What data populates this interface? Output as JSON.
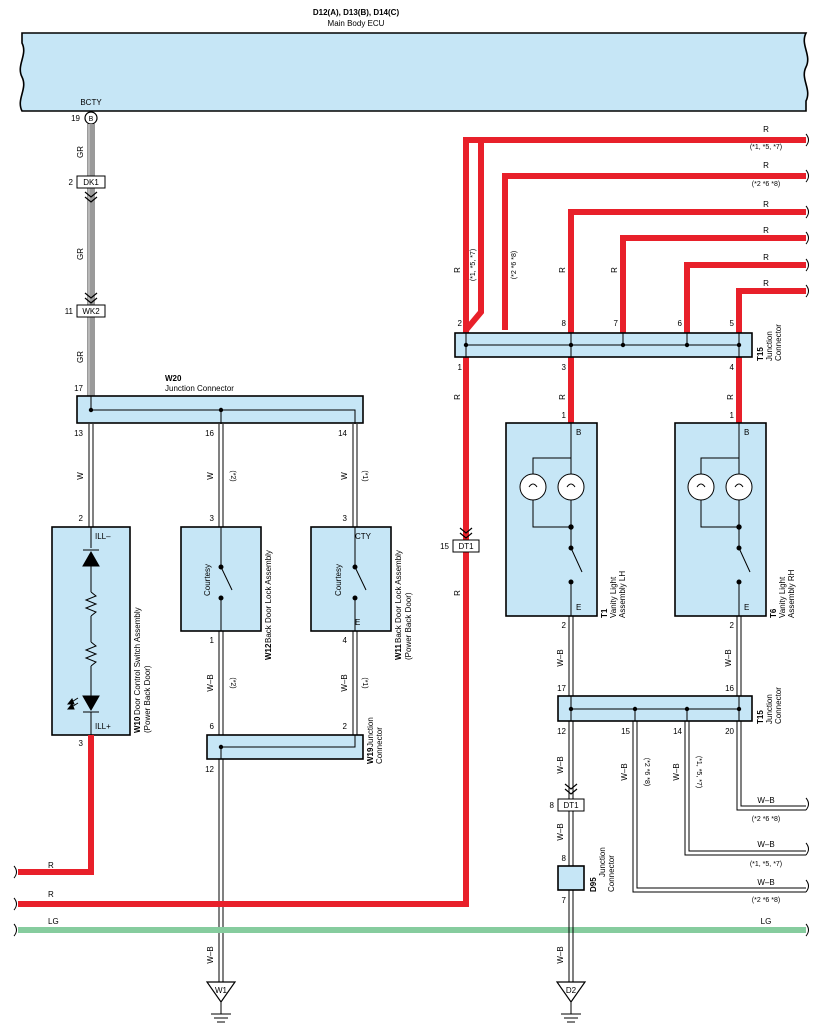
{
  "ecu": {
    "code": "D12(A), D13(B), D14(C)",
    "name": "Main Body ECU",
    "terminal_name": "BCTY",
    "pin": "19",
    "pin_letter": "B"
  },
  "colors": {
    "red": "#e8202a",
    "gray": "#9a9a9a",
    "green": "#86cc9e",
    "component_fill": "#c6e6f6"
  },
  "connectors": {
    "dk1": {
      "label": "DK1",
      "pin": "2"
    },
    "wk2": {
      "label": "WK2",
      "pin": "11"
    },
    "dt1_top": {
      "label": "DT1",
      "pin": "15"
    },
    "dt1_bottom": {
      "label": "DT1",
      "pin": "8"
    }
  },
  "w20": {
    "code": "W20",
    "name": "Junction Connector",
    "pins": {
      "in": "17",
      "a": "13",
      "b": "16",
      "c": "14"
    }
  },
  "t15_top": {
    "code": "T15",
    "name_line1": "Junction",
    "name_line2": "Connector",
    "pins": {
      "p2": "2",
      "p8": "8",
      "p7": "7",
      "p6": "6",
      "p5": "5",
      "p1": "1",
      "p3": "3",
      "p4": "4"
    }
  },
  "t15_bottom": {
    "code": "T15",
    "name_line1": "Junction",
    "name_line2": "Connector",
    "pins": {
      "p17": "17",
      "p16": "16",
      "p12": "12",
      "p15": "15",
      "p14": "14",
      "p20": "20"
    }
  },
  "w19": {
    "code": "W19",
    "name_line1": "Junction",
    "name_line2": "Connector",
    "pins": {
      "p6": "6",
      "p2": "2",
      "p12": "12"
    }
  },
  "d95": {
    "code": "D95",
    "name_line1": "Junction",
    "name_line2": "Connector",
    "pins": {
      "p8": "8",
      "p7": "7"
    }
  },
  "w10": {
    "code": "W10",
    "name_line1": "Door Control Switch Assembly",
    "name_line2": "(Power Back Door)",
    "pin_top": "2",
    "pin_bottom": "3",
    "term_top": "ILL–",
    "term_bottom": "ILL+"
  },
  "w12": {
    "code": "W12",
    "name": "Back Door Lock Assembly",
    "switch": "Courtesy",
    "pin_top": "3",
    "pin_bottom": "1"
  },
  "w11": {
    "code": "W11",
    "name_line1": "Back Door Lock Assembly",
    "name_line2": "(Power Back Door)",
    "switch": "Courtesy",
    "term_top": "CTY",
    "term_bottom": "E",
    "pin_top": "3",
    "pin_bottom": "4"
  },
  "t1": {
    "code": "T1",
    "name_line1": "Vanity Light",
    "name_line2": "Assembly LH",
    "term_top": "B",
    "term_bottom": "E",
    "pin_top": "1",
    "pin_bottom": "2"
  },
  "t6": {
    "code": "T6",
    "name_line1": "Vanity Light",
    "name_line2": "Assembly RH",
    "term_top": "B",
    "term_bottom": "E",
    "pin_top": "1",
    "pin_bottom": "2"
  },
  "grounds": {
    "w1": "W1",
    "d2": "D2"
  },
  "wire_colors": {
    "gr": "GR",
    "r": "R",
    "w": "W",
    "wb": "W–B",
    "lg": "LG"
  },
  "options": {
    "opt1": "(*1)",
    "opt2": "(*2)",
    "opt157": "(*1, *5, *7)",
    "opt268": "(*2 *6 *8)"
  }
}
